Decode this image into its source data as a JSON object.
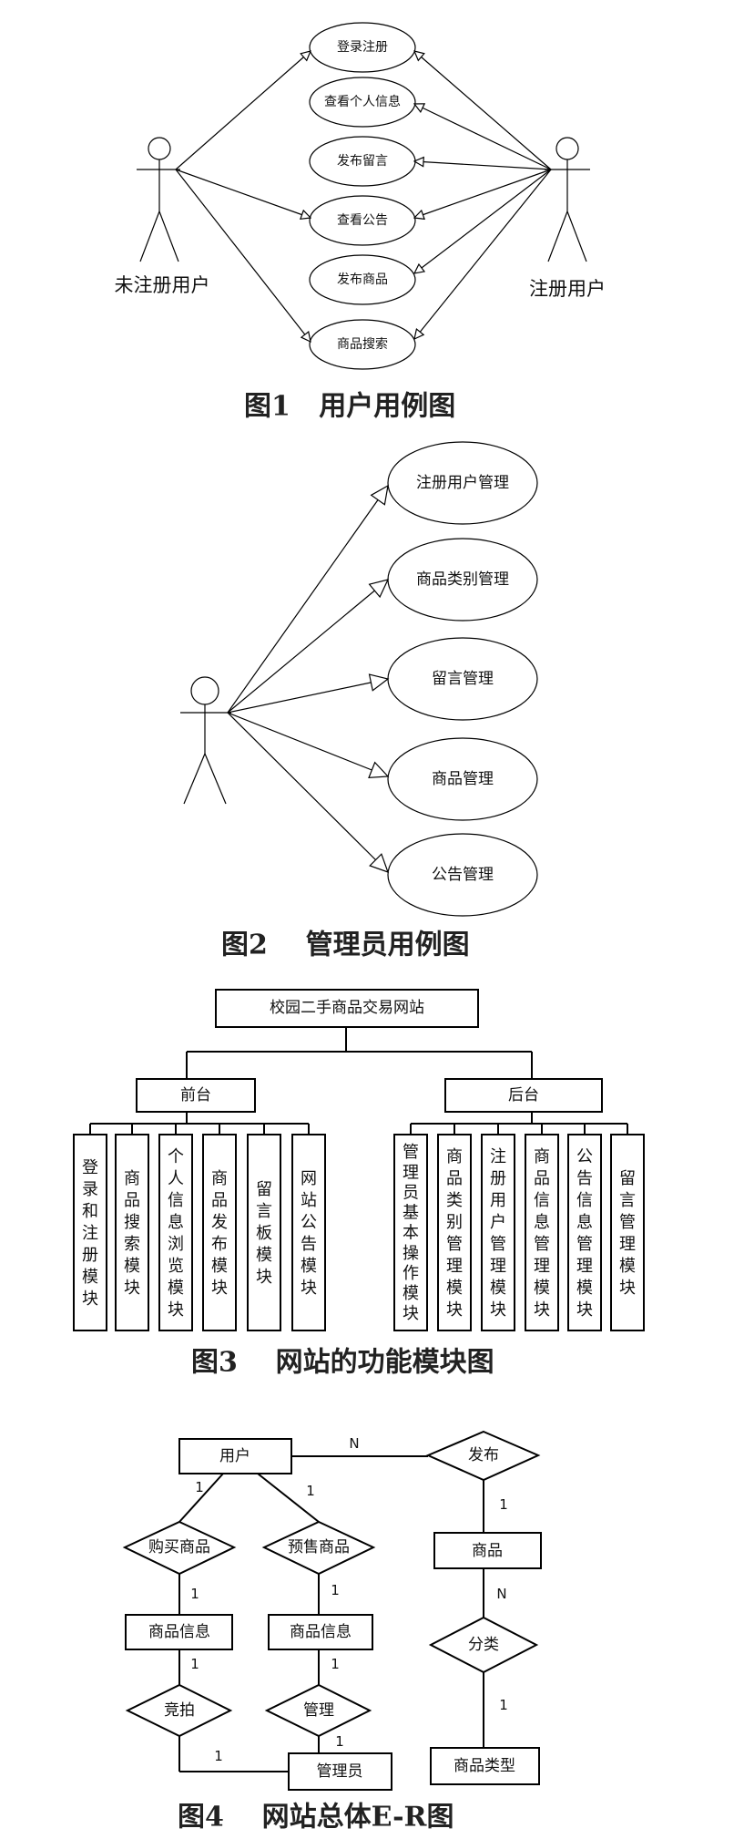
{
  "fig1": {
    "actor_left": "未注册用户",
    "actor_right": "注册用户",
    "usecases": [
      "登录注册",
      "查看个人信息",
      "发布留言",
      "查看公告",
      "发布商品",
      "商品搜索"
    ],
    "caption": "图1   用户用例图"
  },
  "fig2": {
    "usecases": [
      "注册用户管理",
      "商品类别管理",
      "留言管理",
      "商品管理",
      "公告管理"
    ],
    "caption": "图2    管理员用例图"
  },
  "fig3": {
    "root": "校园二手商品交易网站",
    "front": "前台",
    "back": "后台",
    "front_modules": [
      "登录和注册模块",
      "商品搜索模块",
      "个人信息浏览模块",
      "商品发布模块",
      "留言板模块",
      "网站公告模块"
    ],
    "back_modules": [
      "管理员基本操作模块",
      "商品类别管理模块",
      "注册用户管理模块",
      "商品信息管理模块",
      "公告信息管理模块",
      "留言管理模块"
    ],
    "caption": "图3    网站的功能模块图"
  },
  "fig4": {
    "entities": {
      "user": "用户",
      "goods": "商品",
      "goods_info_1": "商品信息",
      "goods_info_2": "商品信息",
      "goods_type": "商品类型",
      "admin": "管理员"
    },
    "relations": {
      "publish": "发布",
      "buy": "购买商品",
      "presale": "预售商品",
      "bid": "竞拍",
      "manage": "管理",
      "classify": "分类"
    },
    "cardinalities": {
      "user_publish": "N",
      "publish_goods": "1",
      "user_buy": "1",
      "user_presale": "1",
      "buy_info": "1",
      "presale_info": "1",
      "info1_bid": "1",
      "bid_admin": "1",
      "info2_manage": "1",
      "manage_admin": "1",
      "goods_classify": "N",
      "classify_type": "1"
    },
    "caption": "图4    网站总体E-R图"
  }
}
